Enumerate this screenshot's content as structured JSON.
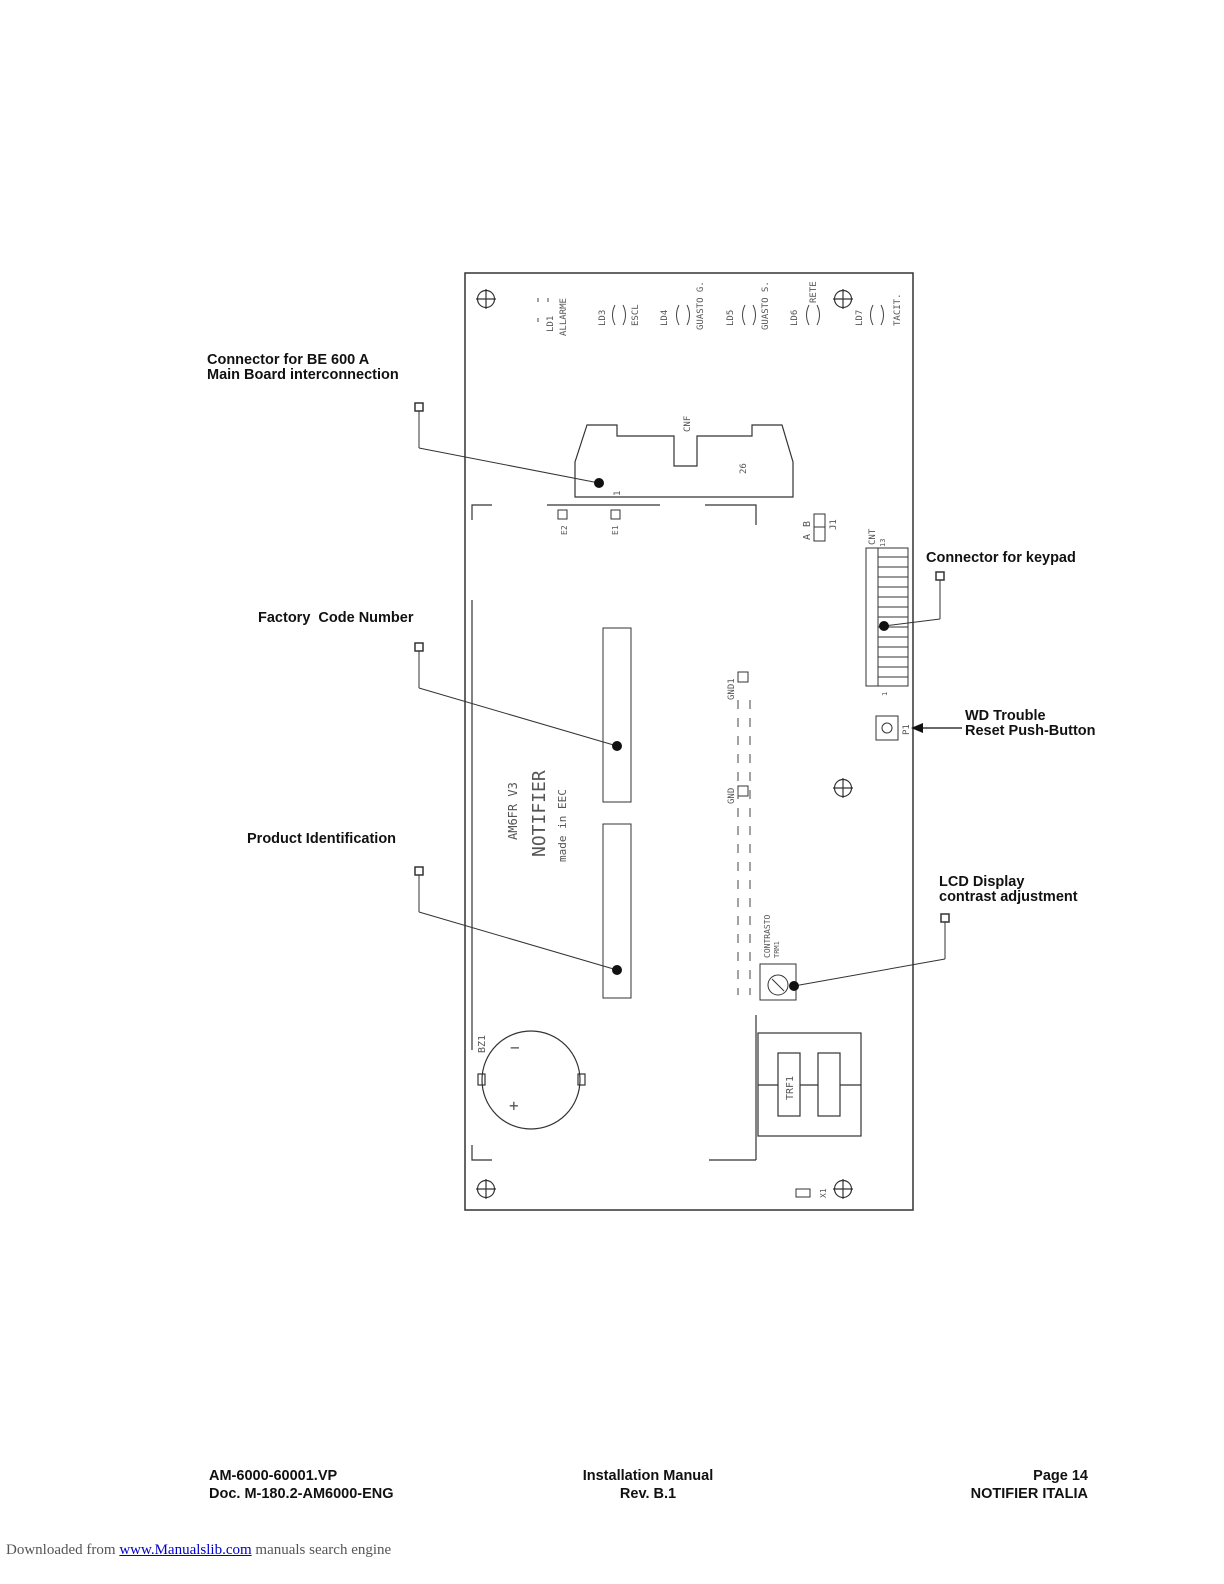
{
  "callouts": {
    "be600_line1": "Connector for BE 600 A",
    "be600_line2": "Main Board interconnection",
    "factory_code": "Factory  Code Number",
    "product_id": "Product Identification",
    "keypad": "Connector for keypad",
    "wd_line1": "WD Trouble",
    "wd_line2": "Reset Push-Button",
    "lcd_line1": "LCD Display",
    "lcd_line2": "contrast adjustment"
  },
  "board_labels": {
    "ld1": "LD1",
    "ld1_name": "ALLARME",
    "ld3": "LD3",
    "ld3_name": "ESCL",
    "ld4": "LD4",
    "ld4_name": "GUASTO G.",
    "ld5": "LD5",
    "ld5_name": "GUASTO S.",
    "ld6": "LD6",
    "ld6_name": "RETE",
    "ld7": "LD7",
    "ld7_name": "TACIT.",
    "cnf": "CNF",
    "pin26": "26",
    "pin1": "1",
    "e2": "E2",
    "e1": "E1",
    "jumper_a": "A",
    "jumper_b": "B",
    "j1": "J1",
    "cnt": "CNT",
    "pin13": "13",
    "cnt_pin1": "1",
    "gnd1": "GND1",
    "gnd": "GND",
    "p1": "P1",
    "model": "AM6FR V3",
    "brand": "NOTIFIER",
    "made": "made in EEC",
    "contrasto": "CONTRASTO",
    "trm1": "TRM1",
    "bz1": "BZ1",
    "minus": "−",
    "plus": "+",
    "trf1": "TRF1",
    "x1": "X1"
  },
  "footer": {
    "left_line1": "AM-6000-60001.VP",
    "left_line2": "Doc. M-180.2-AM6000-ENG",
    "center_line1": "Installation Manual",
    "center_line2": "Rev. B.1",
    "right_line1": "Page 14",
    "right_line2": "NOTIFIER ITALIA"
  },
  "download": {
    "prefix": "Downloaded from",
    "link": "www.Manualslib.com",
    "suffix": "manuals search engine"
  }
}
